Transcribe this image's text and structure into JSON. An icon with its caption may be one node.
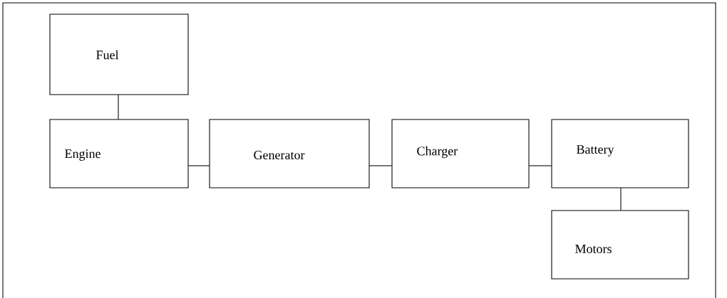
{
  "diagram": {
    "nodes": [
      {
        "text": [
          "Fuel"
        ]
      },
      {
        "text": [
          "Engine"
        ]
      },
      {
        "text": [
          "Generator"
        ]
      },
      {
        "text": [
          "Charger"
        ]
      },
      {
        "text": [
          "Battery"
        ]
      },
      {
        "text": [
          "Motors"
        ]
      }
    ],
    "edges": [
      {
        "from": 0,
        "to": 1,
        "arrow": "none"
      },
      {
        "from": 1,
        "to": 2,
        "arrow": "none"
      },
      {
        "from": 2,
        "to": 3,
        "arrow": "none"
      },
      {
        "from": 3,
        "to": 4,
        "arrow": "none"
      },
      {
        "from": 4,
        "to": 5,
        "arrow": "none"
      }
    ]
  }
}
